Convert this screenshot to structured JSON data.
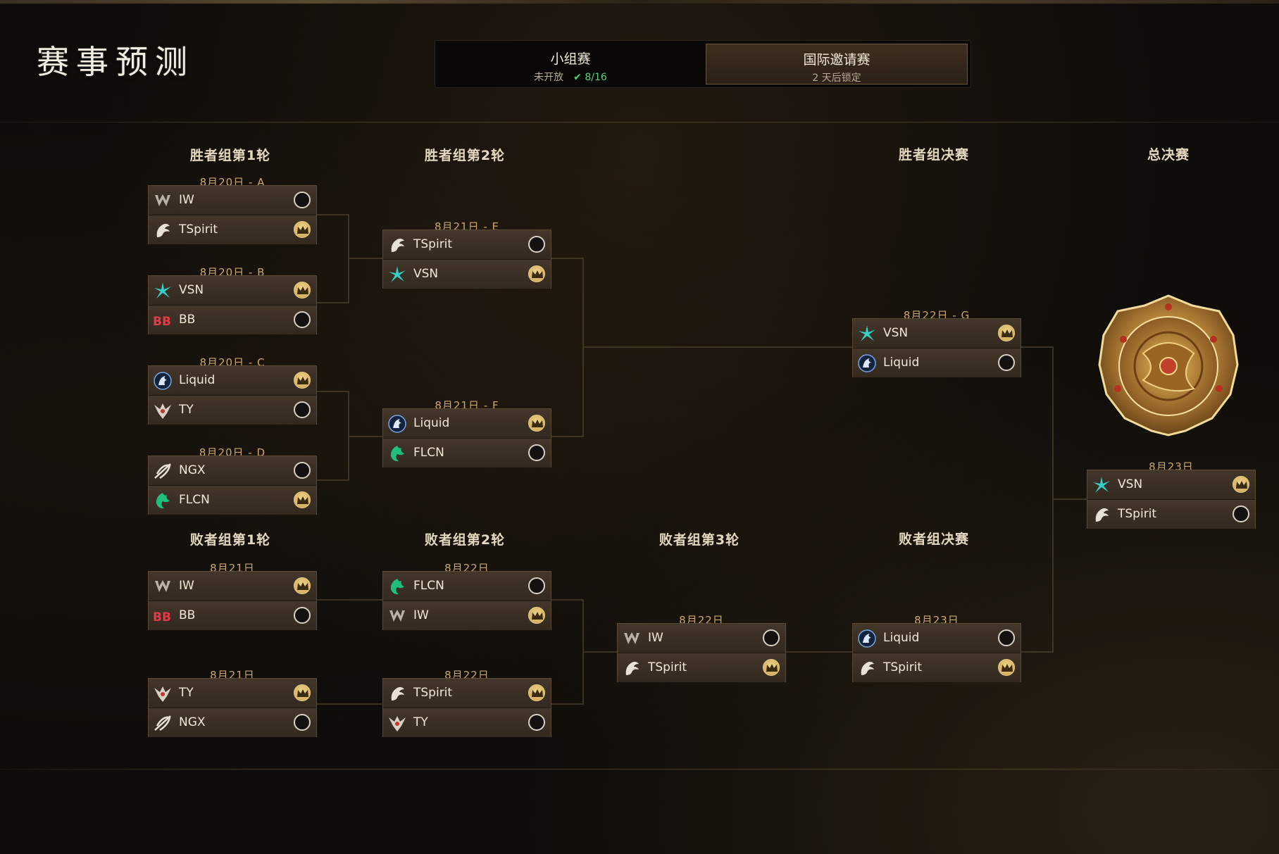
{
  "header": {
    "title": "赛事预测",
    "tabs": [
      {
        "label": "小组赛",
        "status": "未开放",
        "progress": "8/16",
        "check": "✔"
      },
      {
        "label": "国际邀请赛",
        "status": "2 天后锁定"
      }
    ]
  },
  "rounds": {
    "wb1": "胜者组第1轮",
    "wb2": "胜者组第2轮",
    "wbf": "胜者组决赛",
    "gf": "总决赛",
    "lb1": "败者组第1轮",
    "lb2": "败者组第2轮",
    "lb3": "败者组第3轮",
    "lbf": "败者组决赛"
  },
  "matches": {
    "A": {
      "date": "8月20日 - A",
      "t1": "IW",
      "t2": "TSpirit"
    },
    "B": {
      "date": "8月20日 - B",
      "t1": "VSN",
      "t2": "BB"
    },
    "C": {
      "date": "8月20日 - C",
      "t1": "Liquid",
      "t2": "TY"
    },
    "D": {
      "date": "8月20日 - D",
      "t1": "NGX",
      "t2": "FLCN"
    },
    "E": {
      "date": "8月21日 - E",
      "t1": "TSpirit",
      "t2": "VSN"
    },
    "F": {
      "date": "8月21日 - F",
      "t1": "Liquid",
      "t2": "FLCN"
    },
    "G": {
      "date": "8月22日 - G",
      "t1": "VSN",
      "t2": "Liquid"
    },
    "GF": {
      "date": "8月23日",
      "t1": "VSN",
      "t2": "TSpirit"
    },
    "L1a": {
      "date": "8月21日",
      "t1": "IW",
      "t2": "BB"
    },
    "L1b": {
      "date": "8月21日",
      "t1": "TY",
      "t2": "NGX"
    },
    "L2a": {
      "date": "8月22日",
      "t1": "FLCN",
      "t2": "IW"
    },
    "L2b": {
      "date": "8月22日",
      "t1": "TSpirit",
      "t2": "TY"
    },
    "L3": {
      "date": "8月22日",
      "t1": "IW",
      "t2": "TSpirit"
    },
    "LF": {
      "date": "8月23日",
      "t1": "Liquid",
      "t2": "TSpirit"
    }
  },
  "picks": {
    "A": [
      false,
      true
    ],
    "B": [
      true,
      false
    ],
    "C": [
      true,
      false
    ],
    "D": [
      false,
      true
    ],
    "E": [
      false,
      true
    ],
    "F": [
      true,
      false
    ],
    "G": [
      true,
      false
    ],
    "GF": [
      true,
      false
    ],
    "L1a": [
      true,
      false
    ],
    "L1b": [
      true,
      false
    ],
    "L2a": [
      false,
      true
    ],
    "L2b": [
      true,
      false
    ],
    "L3": [
      false,
      true
    ],
    "LF": [
      false,
      true
    ]
  },
  "icons": {
    "IW": "iw-logo-icon",
    "TSpirit": "tspirit-dragon-icon",
    "VSN": "vsn-star-icon",
    "BB": "bb-logo-icon",
    "Liquid": "liquid-horse-icon",
    "TY": "ty-logo-icon",
    "NGX": "ngx-logo-icon",
    "FLCN": "flcn-falcon-icon"
  },
  "colors": {
    "accent": "#c9a86e",
    "win": "#e0bf73",
    "vsn": "#35d0c8",
    "flcn": "#1fbe7a",
    "bb": "#e23c4a",
    "liquid": "#2a5aa8"
  }
}
